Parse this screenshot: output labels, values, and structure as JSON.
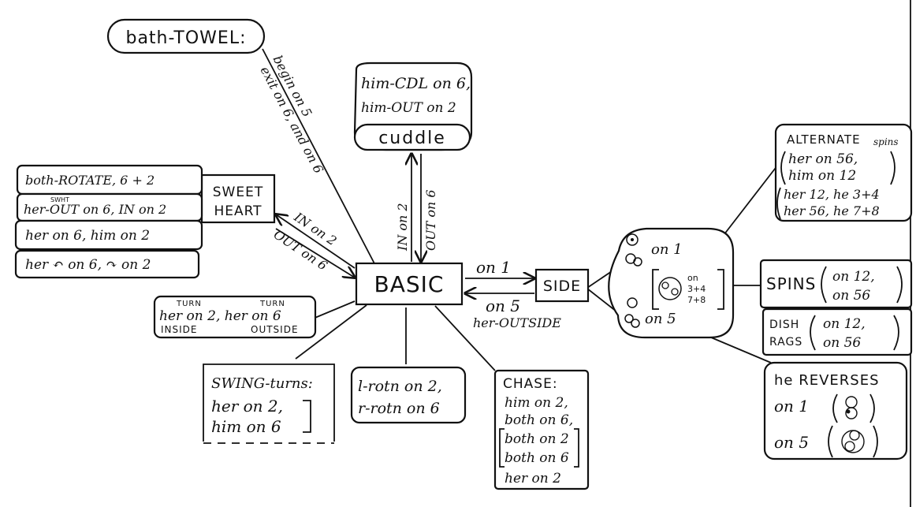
{
  "center": {
    "label": "BASIC"
  },
  "side": {
    "label": "SIDE"
  },
  "bath_towel": {
    "label": "bath-TOWEL:",
    "edge1": "begin on 5",
    "edge2": "exit on 6, and on 6"
  },
  "cuddle": {
    "line1": "him-CDL on 6,",
    "line2": "him-OUT on 2",
    "label": "cuddle",
    "edge_in": "IN on 2",
    "edge_out": "OUT on 6"
  },
  "sweetheart": {
    "line1": "SWEET",
    "line2": "HEART",
    "rows": [
      "both-ROTATE, 6 + 2",
      "her-OUT on 6, IN on 2",
      "her on 6, him on 2",
      "her ↶ on 6, ↷ on 2"
    ],
    "small_label": "SWHT",
    "edge_in": "IN on 2",
    "edge_out": "OUT on 6"
  },
  "turn_box": {
    "top1": "TURN",
    "top2": "TURN",
    "main": "her on 2, her on 6",
    "bot1": "INSIDE",
    "bot2": "OUTSIDE"
  },
  "swing": {
    "title": "SWING-turns:",
    "line1": "her on 2,",
    "line2": "him on 6"
  },
  "rotn": {
    "line1": "l-rotn on 2,",
    "line2": "r-rotn on 6"
  },
  "chase": {
    "title": "CHASE:",
    "lines": [
      "him on 2,",
      "both on 6,",
      "both on 2",
      "both on 6",
      "her on 2"
    ]
  },
  "basic_side_edges": {
    "top": "on 1",
    "bottom": "on 5",
    "bottom2": "her-OUTSIDE"
  },
  "side_bubble": {
    "on1": "on 1",
    "on5": "on 5",
    "bracket1": "on",
    "bracket2": "3+4",
    "bracket3": "7+8"
  },
  "alternate": {
    "title": "ALTERNATE",
    "title_small": "spins",
    "l1": "her on 56,",
    "l2": "him on 12",
    "l3": "her 12, he 3+4",
    "l4": "her 56, he 7+8"
  },
  "spins": {
    "label": "SPINS",
    "l1": "on 12,",
    "l2": "on 56"
  },
  "dish": {
    "l1": "DISH",
    "l2": "RAGS",
    "r1": "on 12,",
    "r2": "on 56"
  },
  "reverses": {
    "title": "he REVERSES",
    "l1": "on 1",
    "l2": "on 5"
  }
}
